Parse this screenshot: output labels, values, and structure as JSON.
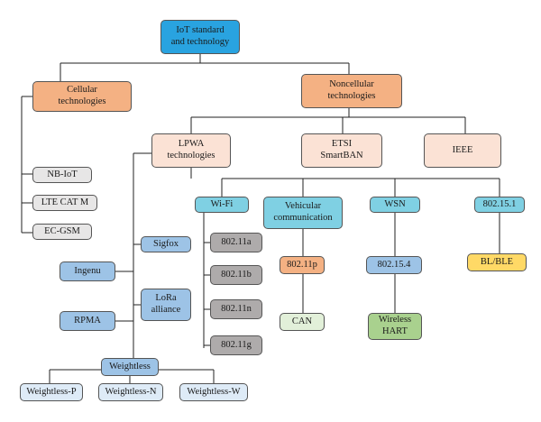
{
  "colors": {
    "root": "#29a3e0",
    "orange": "#f4b183",
    "peach": "#fbe2d5",
    "grey": "#e7e6e6",
    "cyan": "#7fd0e3",
    "blue": "#9dc3e6",
    "lightblue": "#deebf7",
    "darkgrey": "#aeabab",
    "yellow": "#ffd966",
    "green": "#a9d18e",
    "palegreen": "#e2f0d9",
    "line": "#222222"
  },
  "nodes": {
    "root": {
      "label": "IoT standard\nand technology",
      "color": "root"
    },
    "cellular": {
      "label": "Cellular\ntechnologies",
      "color": "orange"
    },
    "noncellular": {
      "label": "Noncellular\ntechnologies",
      "color": "orange"
    },
    "nbiot": {
      "label": "NB-IoT",
      "color": "grey"
    },
    "ltecatm": {
      "label": "LTE CAT M",
      "color": "grey"
    },
    "ecgsm": {
      "label": "EC-GSM",
      "color": "grey"
    },
    "lpwa": {
      "label": "LPWA\ntechnologies",
      "color": "peach"
    },
    "etsi": {
      "label": "ETSI\nSmartBAN",
      "color": "peach"
    },
    "ieee": {
      "label": "IEEE",
      "color": "peach"
    },
    "wifi": {
      "label": "Wi-Fi",
      "color": "cyan"
    },
    "vehicular": {
      "label": "Vehicular\ncommunication",
      "color": "cyan"
    },
    "wsn": {
      "label": "WSN",
      "color": "cyan"
    },
    "ieee802151": {
      "label": "802.15.1",
      "color": "cyan"
    },
    "sigfox": {
      "label": "Sigfox",
      "color": "blue"
    },
    "ingenu": {
      "label": "Ingenu",
      "color": "blue"
    },
    "lora": {
      "label": "LoRa\nalliance",
      "color": "blue"
    },
    "rpma": {
      "label": "RPMA",
      "color": "blue"
    },
    "weightless": {
      "label": "Weightless",
      "color": "blue"
    },
    "wp": {
      "label": "Weightless-P",
      "color": "lightblue"
    },
    "wn": {
      "label": "Weightless-N",
      "color": "lightblue"
    },
    "ww": {
      "label": "Weightless-W",
      "color": "lightblue"
    },
    "w11a": {
      "label": "802.11a",
      "color": "darkgrey"
    },
    "w11b": {
      "label": "802.11b",
      "color": "darkgrey"
    },
    "w11n": {
      "label": "802.11n",
      "color": "darkgrey"
    },
    "w11g": {
      "label": "802.11g",
      "color": "darkgrey"
    },
    "p80211p": {
      "label": "802.11p",
      "color": "orange"
    },
    "can": {
      "label": "CAN",
      "color": "palegreen"
    },
    "ieee802154": {
      "label": "802.15.4",
      "color": "blue"
    },
    "wirelesshart": {
      "label": "Wireless\nHART",
      "color": "green"
    },
    "blble": {
      "label": "BL/BLE",
      "color": "yellow"
    }
  }
}
